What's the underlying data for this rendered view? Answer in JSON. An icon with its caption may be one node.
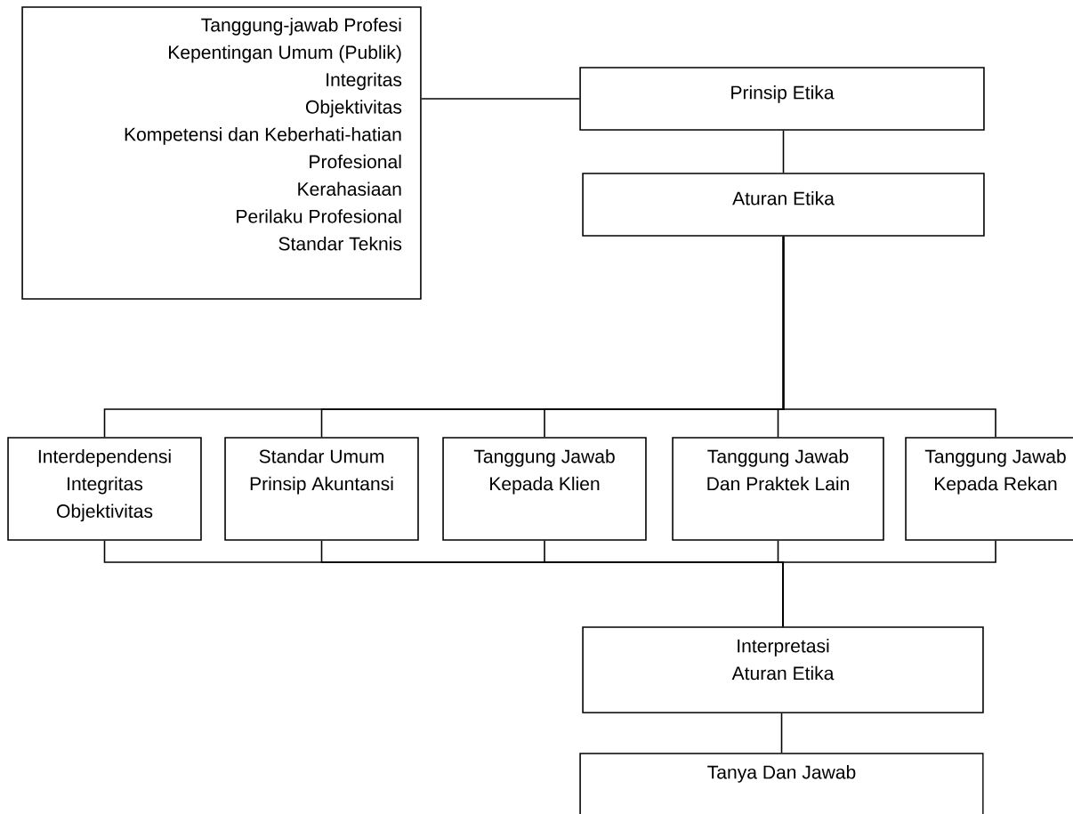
{
  "diagram": {
    "nodes": [
      {
        "text": [
          "Tanggung-jawab Profesi",
          "Kepentingan Umum (Publik)",
          "Integritas",
          "Objektivitas",
          "Kompetensi dan Keberhati-hatian Profesional",
          "Kerahasiaan",
          "Perilaku Profesional",
          "Standar Teknis"
        ]
      },
      {
        "text": [
          "Prinsip Etika"
        ]
      },
      {
        "text": [
          "Aturan Etika"
        ]
      },
      {
        "text": [
          "Interdependensi Integritas Objektivitas"
        ]
      },
      {
        "text": [
          "Standar Umum Prinsip Akuntansi"
        ]
      },
      {
        "text": [
          "Tanggung Jawab Kepada Klien"
        ]
      },
      {
        "text": [
          "Tanggung Jawab Dan Praktek Lain"
        ]
      },
      {
        "text": [
          "Tanggung Jawab Kepada Rekan"
        ]
      },
      {
        "text": [
          "Interpretasi Aturan Etika"
        ]
      },
      {
        "text": [
          "Tanya Dan Jawab"
        ]
      }
    ],
    "edges": [
      {
        "from": 0,
        "to": 1,
        "arrow": "none"
      },
      {
        "from": 1,
        "to": 2,
        "arrow": "none"
      },
      {
        "from": 2,
        "to": 3,
        "arrow": "none"
      },
      {
        "from": 2,
        "to": 4,
        "arrow": "none"
      },
      {
        "from": 2,
        "to": 5,
        "arrow": "none"
      },
      {
        "from": 2,
        "to": 6,
        "arrow": "none"
      },
      {
        "from": 2,
        "to": 7,
        "arrow": "none"
      },
      {
        "from": 3,
        "to": 8,
        "arrow": "none"
      },
      {
        "from": 4,
        "to": 8,
        "arrow": "none"
      },
      {
        "from": 5,
        "to": 8,
        "arrow": "none"
      },
      {
        "from": 6,
        "to": 8,
        "arrow": "none"
      },
      {
        "from": 7,
        "to": 8,
        "arrow": "none"
      },
      {
        "from": 8,
        "to": 9,
        "arrow": "none"
      }
    ]
  }
}
